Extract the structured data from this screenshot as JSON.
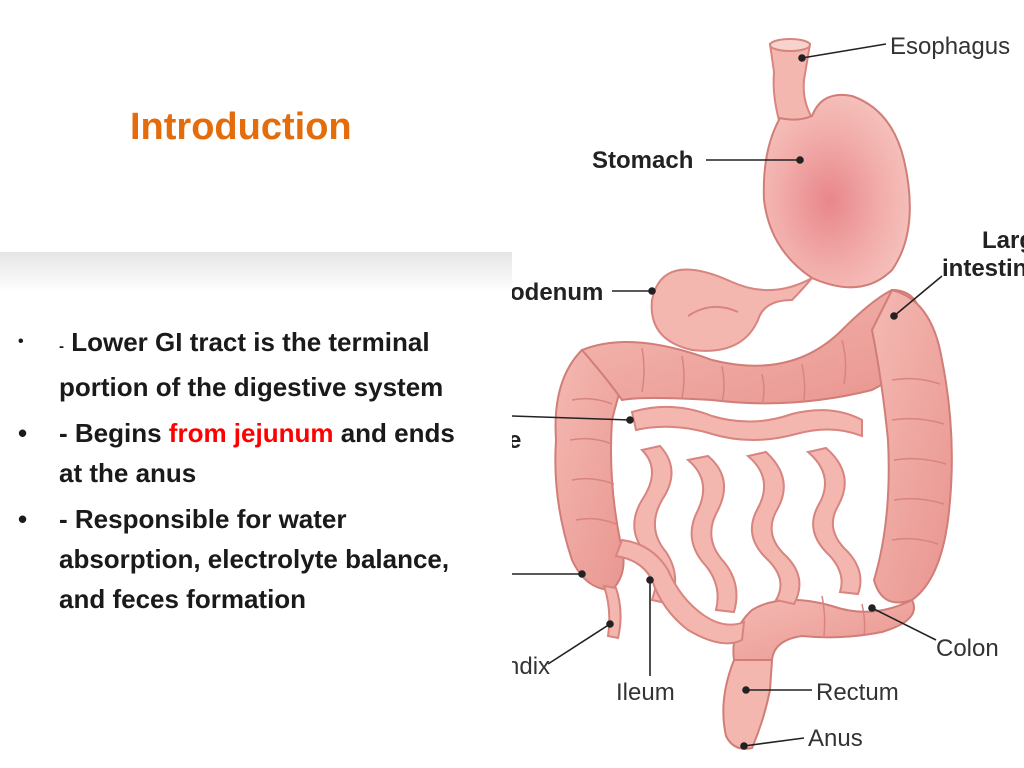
{
  "slide": {
    "title": "Introduction",
    "bullets": [
      {
        "marker": "•",
        "dash": "-",
        "text": "Lower GI tract is the terminal portion of the digestive system"
      },
      {
        "marker": "•",
        "pre": "- Begins ",
        "highlight": "from jejunum",
        "post": " and ends at the anus"
      },
      {
        "marker": "•",
        "text": "- Responsible for water absorption, electrolyte balance, and feces formation"
      }
    ],
    "highlight_color": "#ff0000",
    "title_color": "#e46c0a"
  },
  "diagram": {
    "labels": {
      "esophagus": "Esophagus",
      "stomach": "Stomach",
      "large_intestine_1": "Larg",
      "large_intestine_2": "intestin",
      "duodenum": "odenum",
      "jejunum_fragment": "e",
      "appendix": "ndix",
      "ileum": "Ileum",
      "rectum": "Rectum",
      "colon": "Colon",
      "anus": "Anus"
    }
  }
}
